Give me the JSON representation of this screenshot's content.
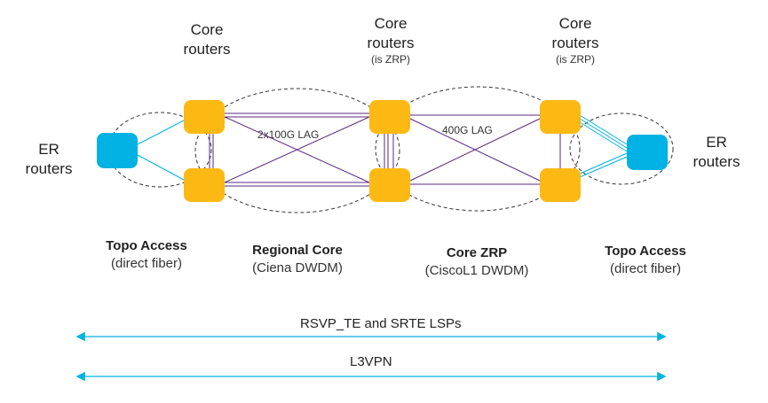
{
  "colors": {
    "core_router": "#FDB913",
    "er_router": "#00B2E3",
    "lan_link": "#5a2a82",
    "access_link": "#00B2E3",
    "arrow": "#00B2E3",
    "domain_outline": "#333333"
  },
  "labels": {
    "core_routers_left": {
      "line1": "Core",
      "line2": "routers"
    },
    "core_routers_mid": {
      "line1": "Core",
      "line2": "routers",
      "note": "(is ZRP)"
    },
    "core_routers_right": {
      "line1": "Core",
      "line2": "routers",
      "note": "(is ZRP)"
    },
    "er_routers_left": {
      "line1": "ER",
      "line2": "routers"
    },
    "er_routers_right": {
      "line1": "ER",
      "line2": "routers"
    }
  },
  "links": {
    "regional_lag": "2x100G LAG",
    "zrp_lag": "400G LAG"
  },
  "domains": [
    {
      "title": "Topo Access",
      "subtitle": "(direct fiber)"
    },
    {
      "title": "Regional Core",
      "subtitle": "(Ciena DWDM)"
    },
    {
      "title": "Core ZRP",
      "subtitle": "(CiscoL1 DWDM)"
    },
    {
      "title": "Topo Access",
      "subtitle": "(direct fiber)"
    }
  ],
  "spans": [
    {
      "label": "RSVP_TE and SRTE LSPs"
    },
    {
      "label": "L3VPN"
    }
  ]
}
